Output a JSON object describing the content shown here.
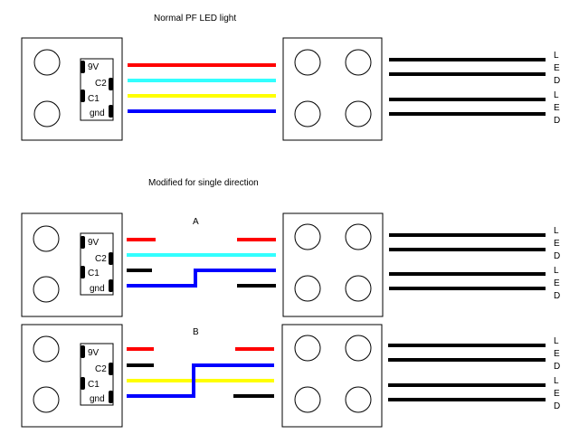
{
  "titles": {
    "normal": "Normal  PF LED light",
    "modified": "Modified for single direction",
    "variant_a": "A",
    "variant_b": "B"
  },
  "connector_pins": {
    "pin_9v": "9V",
    "pin_c2": "C2",
    "pin_c1": "C1",
    "pin_gnd": "gnd"
  },
  "led_letters": [
    "L",
    "E",
    "D"
  ],
  "wire_colors": {
    "red": "#ff0000",
    "cyan": "#33ffff",
    "yellow": "#ffff00",
    "blue": "#0000ff",
    "black": "#000000"
  }
}
